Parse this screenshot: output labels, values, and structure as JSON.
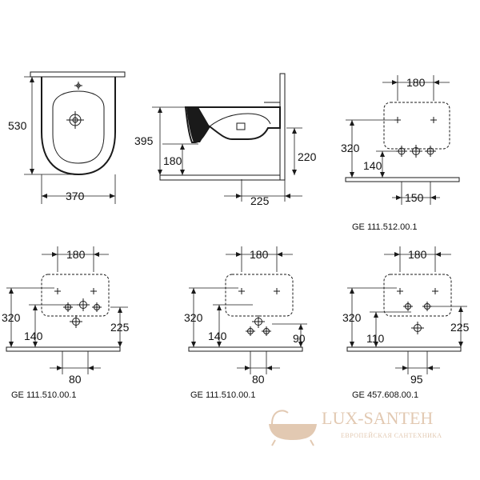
{
  "views": {
    "top": {
      "dim_height": "530",
      "dim_width": "370"
    },
    "side": {
      "dim_height": "395",
      "dim_inlet": "180",
      "dim_right": "220",
      "dim_depth": "225"
    }
  },
  "panels": [
    {
      "top": "180",
      "left": "320",
      "left2": "140",
      "bottom": "150",
      "right": "",
      "code": "GE 111.512.00.1"
    },
    {
      "top": "180",
      "left": "320",
      "left2": "140",
      "bottom": "80",
      "right": "225",
      "code": "GE 111.510.00.1"
    },
    {
      "top": "180",
      "left": "320",
      "left2": "140",
      "bottom": "80",
      "right": "90",
      "code": "GE 111.510.00.1"
    },
    {
      "top": "180",
      "left": "320",
      "left2": "110",
      "bottom": "95",
      "right": "225",
      "code": "GE 457.608.00.1"
    }
  ],
  "watermark": {
    "name": "LUX-SANTEH",
    "tagline": "ЕВРОПЕЙСКАЯ САНТЕХНИКА",
    "color": "#e2c9b2"
  }
}
